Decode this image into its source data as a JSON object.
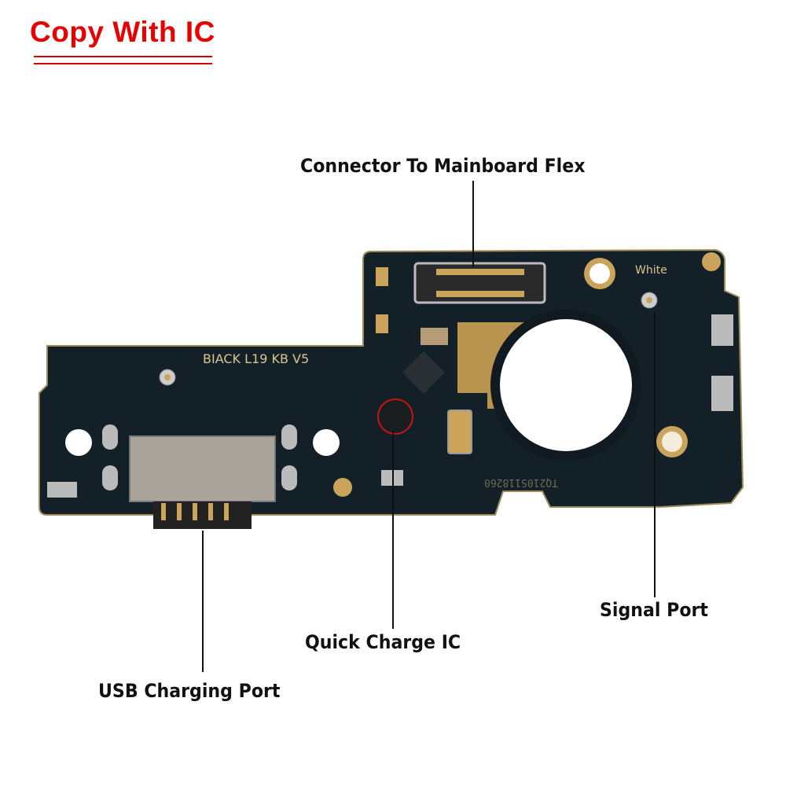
{
  "title": "Copy With IC",
  "labels": {
    "connector": "Connector To Mainboard Flex",
    "signal_port": "Signal Port",
    "quick_charge_ic": "Quick Charge IC",
    "usb_port": "USB Charging Port"
  },
  "board_text": {
    "model": "BIACK  L19  KB  V5",
    "white": "White",
    "serial": "TQ210S118260"
  },
  "colors": {
    "title": "#e60000",
    "board": "#142028",
    "gold": "#c9a45a",
    "highlight_circle": "#cc1111"
  }
}
